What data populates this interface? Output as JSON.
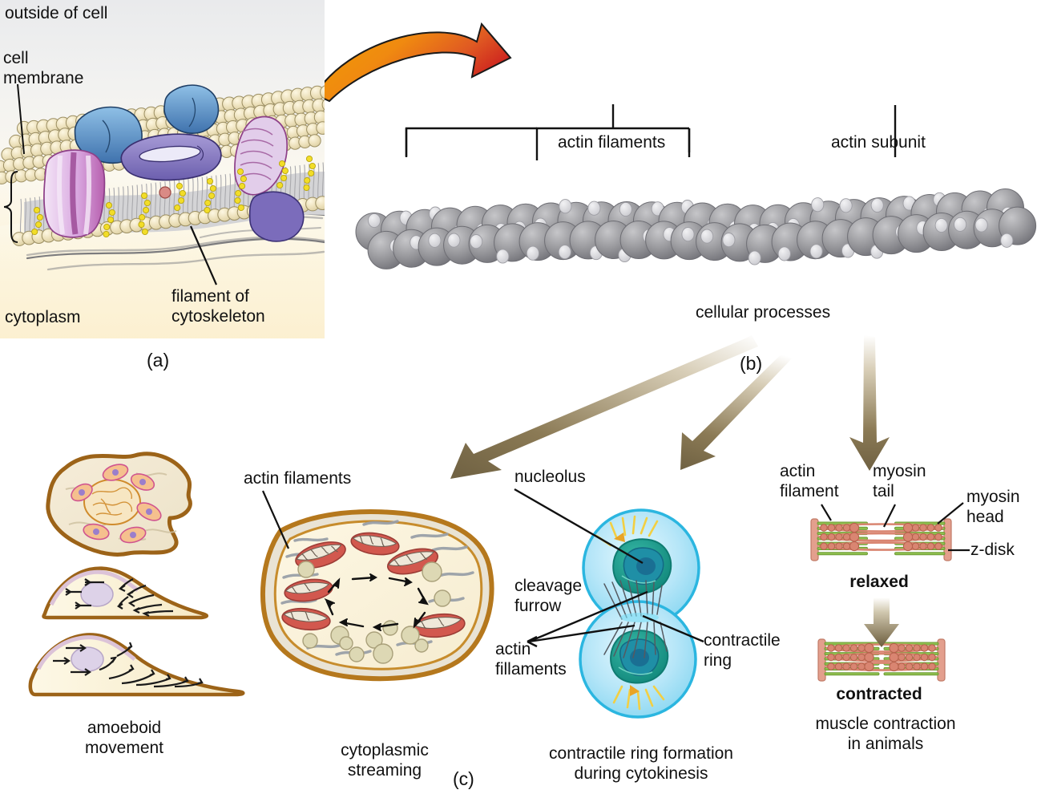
{
  "figure": {
    "panel_tags": {
      "a": "(a)",
      "b": "(b)",
      "c": "(c)"
    }
  },
  "panel_a": {
    "name": "cell-membrane-detail",
    "labels": {
      "outside": "outside of cell",
      "membrane": "cell\nmembrane",
      "cytoplasm": "cytoplasm",
      "filament": "filament of\ncytoskeleton"
    },
    "colors": {
      "phospholipid_head": "#e8dcb4",
      "tail": "#cfcfcf",
      "protein_blue": "#5d8fc4",
      "protein_violet": "#8c7fc0",
      "protein_pink": "#d7aede",
      "protein_magenta": "#b058a8",
      "sugar_yellow": "#f2dd28",
      "cytoskeleton": "#6e6e72",
      "bg_top": "#e9eaec",
      "bg_bottom": "#fcf0d2"
    }
  },
  "panel_b": {
    "name": "actin-filament-detail",
    "labels": {
      "actin_filaments": "actin filaments",
      "actin_subunit": "actin subunit",
      "cellular_processes": "cellular processes"
    },
    "colors": {
      "subunit": "#8b8b8e",
      "subunit_light": "#c9c9cc",
      "nub": "#dcdcdf",
      "zoom_arrow_start": "#f5a200",
      "zoom_arrow_end": "#cf2222"
    }
  },
  "fan_arrows": {
    "name": "cellular-processes-arrows",
    "count": 3,
    "color": "#7a6a4a"
  },
  "panel_c": {
    "name": "cellular-processes-examples",
    "subpanels": [
      {
        "id": "amoeboid",
        "caption": "amoeboid\nmovement",
        "labels": [],
        "colors": {
          "outline": "#9c6318",
          "fill": "#fbf3dc",
          "nucleus": "#ded0e8"
        }
      },
      {
        "id": "cytoplasmic-streaming",
        "caption": "cytoplasmic\nstreaming",
        "labels": [
          "actin filaments"
        ],
        "colors": {
          "outline": "#b5781d",
          "fill": "#fdf6e0",
          "mitochondria": "#d2584e",
          "vesicle": "#ded9b8",
          "filament": "#9aa0a8"
        }
      },
      {
        "id": "contractile-ring",
        "caption": "contractile ring formation\nduring cytokinesis",
        "labels": [
          "nucleolus",
          "cleavage\nfurrow",
          "actin\nfillaments",
          "contractile\nring"
        ],
        "colors": {
          "cell": "#b2e6f7",
          "cell_edge": "#2bb6e0",
          "nucleus": "#1f9e91",
          "nucleolus": "#1a6f93",
          "centriole": "#f2cf43"
        }
      },
      {
        "id": "muscle-contraction",
        "caption": "muscle contraction\nin animals",
        "labels": [
          "actin\nfilament",
          "myosin\ntail",
          "myosin\nhead",
          "z-disk"
        ],
        "states": [
          "relaxed",
          "contracted"
        ],
        "colors": {
          "actin": "#8fc04e",
          "myosin": "#d98571",
          "zdisk": "#e39f8d",
          "arrow": "#6b5c3c"
        }
      }
    ]
  }
}
